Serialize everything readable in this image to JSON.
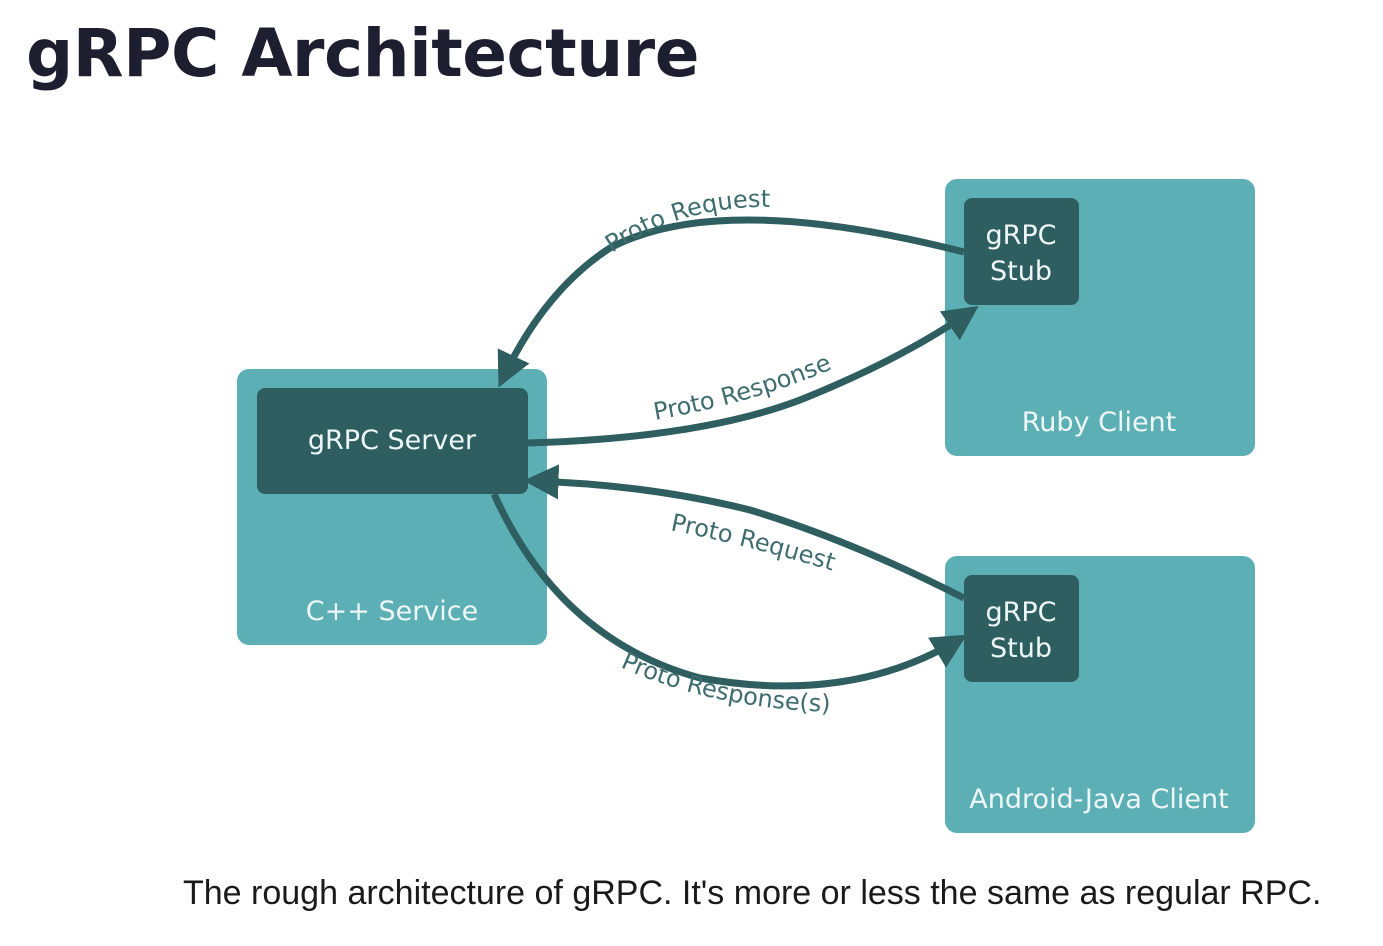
{
  "title": "gRPC Architecture",
  "caption": "The rough architecture of gRPC. It's more or less the same as regular RPC.",
  "colors": {
    "container": "#5cafb5",
    "inner": "#2e5e5f",
    "arrow": "#2e5e5f",
    "edge_label": "#3f6d6f",
    "title": "#1d1f30"
  },
  "diagram": {
    "server": {
      "container_label": "C++ Service",
      "inner_label": "gRPC Server"
    },
    "clients": [
      {
        "container_label": "Ruby Client",
        "stub_line1": "gRPC",
        "stub_line2": "Stub"
      },
      {
        "container_label": "Android-Java Client",
        "stub_line1": "gRPC",
        "stub_line2": "Stub"
      }
    ],
    "edges": [
      {
        "label": "Proto Request"
      },
      {
        "label": "Proto Response"
      },
      {
        "label": "Proto Request"
      },
      {
        "label": "Proto Response(s)"
      }
    ]
  }
}
